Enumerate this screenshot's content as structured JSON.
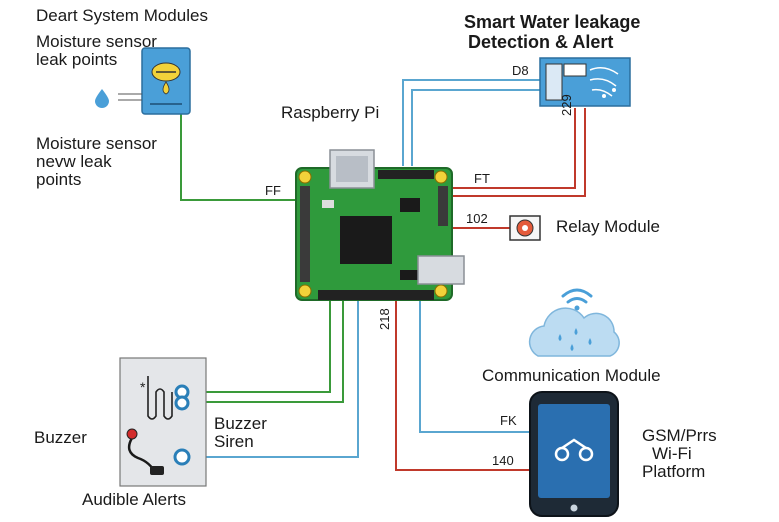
{
  "title": {
    "line1": "Smart Water leakage",
    "line2": "Detection & Alert"
  },
  "labels": {
    "system_modules": "Deart System Modules",
    "moisture_a_line1": "Moisture sensor",
    "moisture_a_line2": "leak points",
    "moisture_b_line1": "Moisture sensor",
    "moisture_b_line2": "nevw leak",
    "moisture_b_line3": "points",
    "raspberry_pi": "Raspberry Pi",
    "relay_module": "Relay Module",
    "communication_module": "Communication Module",
    "buzzer": "Buzzer",
    "buzzer_siren_line1": "Buzzer",
    "buzzer_siren_line2": "Siren",
    "audible_alerts": "Audible Alerts",
    "platform_line1": "GSM/Prrs",
    "platform_line2": "Wi-Fi",
    "platform_line3": "Platform"
  },
  "pins": {
    "ff": "FF",
    "d8": "D8",
    "n229": "229",
    "ft": "FT",
    "n102": "102",
    "n218": "218",
    "fk": "FK",
    "n140": "140"
  },
  "colors": {
    "wire_green": "#3a9a3a",
    "wire_blue": "#5aa6d0",
    "wire_red": "#c0392b",
    "board_green": "#2f9a3c",
    "sensor_blue": "#4a9fd8",
    "cloud": "#bcdcf2"
  }
}
